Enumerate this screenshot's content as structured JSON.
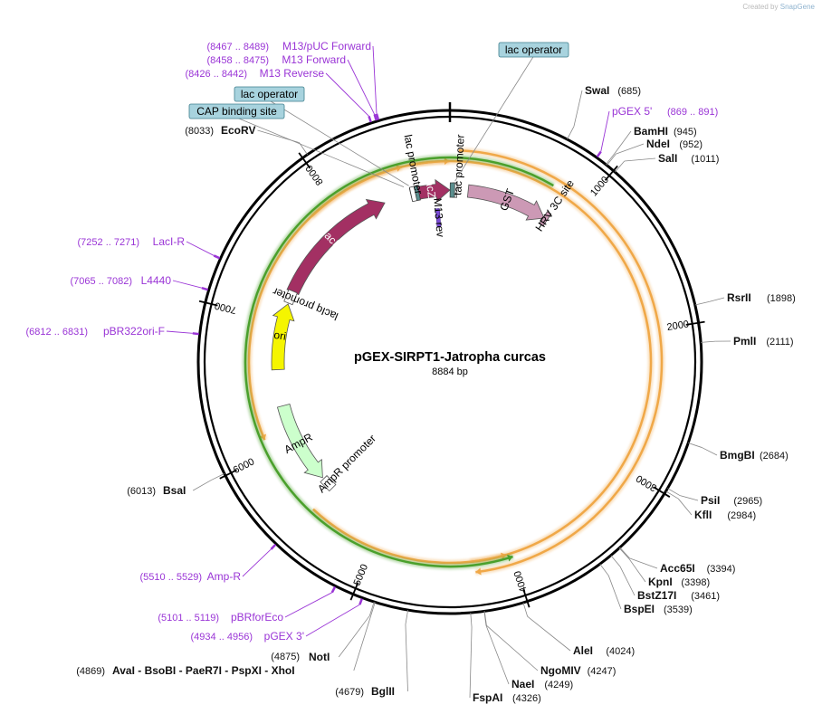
{
  "credit": {
    "prefix": "Created by",
    "brand": "SnapGene"
  },
  "plasmid": {
    "name": "pGEX-SIRPT1-Jatropha curcas",
    "length_label": "8884 bp",
    "length": 8884
  },
  "colors": {
    "enzyme": "#111111",
    "primer": "#9a35d6",
    "backbone": "#000000",
    "feature_lacI": "#a33063",
    "feature_GST": "#cc99b5",
    "feature_ori": "#f5f500",
    "feature_ampR": "#ccffcc",
    "orange_arc": "#f0a848",
    "green_arc": "#4aa02c",
    "callout_fill": "#a8d3de",
    "callout_stroke": "#3f7f8d"
  },
  "ticks": [
    {
      "pos": 1000,
      "label": "1000"
    },
    {
      "pos": 2000,
      "label": "2000"
    },
    {
      "pos": 3000,
      "label": "3000"
    },
    {
      "pos": 4000,
      "label": "4000"
    },
    {
      "pos": 5000,
      "label": "5000"
    },
    {
      "pos": 6000,
      "label": "6000"
    },
    {
      "pos": 7000,
      "label": "7000"
    },
    {
      "pos": 8000,
      "label": "8000"
    }
  ],
  "features": [
    {
      "name": "lacI",
      "start": 7255,
      "end": 8335,
      "dir": 1,
      "color": "#a33063",
      "ring": "inner",
      "label_inside": true
    },
    {
      "name": "lacZα",
      "start": 8560,
      "end": 8884,
      "dir": 1,
      "color": "#a33063",
      "ring": "inner",
      "label_inside": true
    },
    {
      "name": "GST",
      "start": 150,
      "end": 820,
      "dir": 1,
      "color": "#cc99b5",
      "ring": "inner",
      "label_inside": true
    },
    {
      "name": "ori",
      "start": 6600,
      "end": 7150,
      "dir": 1,
      "color": "#f5f500",
      "ring": "inner",
      "label_inside": true
    },
    {
      "name": "AmpR",
      "start": 5620,
      "end": 6300,
      "dir": -1,
      "color": "#ccffcc",
      "ring": "inner",
      "label_inside": true
    }
  ],
  "feature_labels": [
    {
      "text": "lac promoter",
      "pos": 8620,
      "r": 222
    },
    {
      "text": "tac promoter",
      "pos": 70,
      "r": 218
    },
    {
      "text": "HRV 3C site",
      "pos": 840,
      "r": 208
    },
    {
      "text": "M13 rev",
      "pos": 8770,
      "r": 160
    },
    {
      "text": "lacIq promoter",
      "pos": 7210,
      "r": 172
    },
    {
      "text": "AmpR promoter",
      "pos": 5555,
      "r": 160
    }
  ],
  "orange_arcs": [
    {
      "start": 60,
      "end": 4270,
      "dir": 1,
      "r": 234
    },
    {
      "start": 7810,
      "end": 8540,
      "dir": 1,
      "r": 222
    },
    {
      "start": 8590,
      "end": 8880,
      "dir": 1,
      "r": 222
    },
    {
      "start": 4300,
      "end": 4040,
      "dir": -1,
      "r": 222
    },
    {
      "start": 5500,
      "end": 6100,
      "dir": -1,
      "r": 222
    }
  ],
  "green_arc": {
    "start": 750,
    "end": 4000,
    "dir": -1,
    "r": 226
  },
  "enzymes": [
    {
      "name": "SwaI",
      "pos": "(685)",
      "site": 685
    },
    {
      "name": "BamHI",
      "pos": "(945)",
      "site": 945
    },
    {
      "name": "NdeI",
      "pos": "(952)",
      "site": 952
    },
    {
      "name": "SalI",
      "pos": "(1011)",
      "site": 1011
    },
    {
      "name": "RsrII",
      "pos": "(1898)",
      "site": 1898
    },
    {
      "name": "PmlI",
      "pos": "(2111)",
      "site": 2111
    },
    {
      "name": "BmgBI",
      "pos": "(2684)",
      "site": 2684
    },
    {
      "name": "PsiI",
      "pos": "(2965)",
      "site": 2965
    },
    {
      "name": "KflI",
      "pos": "(2984)",
      "site": 2984
    },
    {
      "name": "Acc65I",
      "pos": "(3394)",
      "site": 3394
    },
    {
      "name": "KpnI",
      "pos": "(3398)",
      "site": 3398
    },
    {
      "name": "BstZ17I",
      "pos": "(3461)",
      "site": 3461
    },
    {
      "name": "BspEI",
      "pos": "(3539)",
      "site": 3539
    },
    {
      "name": "AleI",
      "pos": "(4024)",
      "site": 4024
    },
    {
      "name": "NgoMIV",
      "pos": "(4247)",
      "site": 4247
    },
    {
      "name": "NaeI",
      "pos": "(4249)",
      "site": 4249
    },
    {
      "name": "FspAI",
      "pos": "(4326)",
      "site": 4326
    },
    {
      "name": "BglII",
      "pos": "(4679)",
      "site": 4679
    },
    {
      "name": "NotI",
      "pos": "(4875)",
      "site": 4875
    },
    {
      "name": "AvaI - BsoBI - PaeR7I - PspXI - XhoI",
      "pos": "(4869)",
      "site": 4869
    },
    {
      "name": "BsaI",
      "pos": "(6013)",
      "site": 6013
    },
    {
      "name": "EcoRV",
      "pos": "(8033)",
      "site": 8033
    }
  ],
  "primers": [
    {
      "name": "pGEX 5'",
      "pos": "(869 .. 891)",
      "site": 880,
      "dir": 1
    },
    {
      "name": "pGEX 3'",
      "pos": "(4934 .. 4956)",
      "site": 4945,
      "dir": -1
    },
    {
      "name": "pBRforEco",
      "pos": "(5101 .. 5119)",
      "site": 5110,
      "dir": -1
    },
    {
      "name": "Amp-R",
      "pos": "(5510 .. 5529)",
      "site": 5520,
      "dir": -1
    },
    {
      "name": "pBR322ori-F",
      "pos": "(6812 .. 6831)",
      "site": 6820,
      "dir": 1
    },
    {
      "name": "L4440",
      "pos": "(7065 .. 7082)",
      "site": 7073,
      "dir": 1
    },
    {
      "name": "LacI-R",
      "pos": "(7252 .. 7271)",
      "site": 7262,
      "dir": -1
    },
    {
      "name": "M13 Reverse",
      "pos": "(8426 .. 8442)",
      "site": 8434,
      "dir": 1
    },
    {
      "name": "M13 Forward",
      "pos": "(8458 .. 8475)",
      "site": 8466,
      "dir": -1
    },
    {
      "name": "M13/pUC Forward",
      "pos": "(8467 .. 8489)",
      "site": 8478,
      "dir": -1
    }
  ],
  "callouts": [
    {
      "text": "lac operator",
      "site": 40
    },
    {
      "text": "lac operator",
      "site": 8560
    },
    {
      "text": "CAP binding site",
      "site": 8520
    }
  ]
}
